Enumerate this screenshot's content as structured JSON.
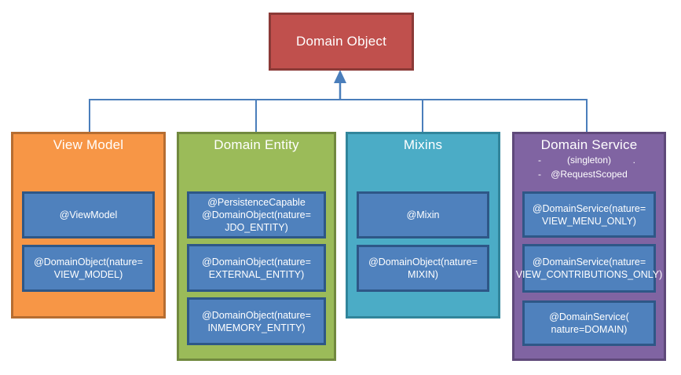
{
  "diagram": {
    "root": {
      "label": "Domain Object"
    },
    "groups": [
      {
        "title": "View Model",
        "items": [
          {
            "lines": [
              "@ViewModel"
            ]
          },
          {
            "lines": [
              "@DomainObject(nature=",
              "VIEW_MODEL)"
            ]
          }
        ]
      },
      {
        "title": "Domain Entity",
        "items": [
          {
            "lines": [
              "@PersistenceCapable",
              "@DomainObject(nature=",
              "JDO_ENTITY)"
            ]
          },
          {
            "lines": [
              "@DomainObject(nature=",
              "EXTERNAL_ENTITY)"
            ]
          },
          {
            "lines": [
              "@DomainObject(nature=",
              "INMEMORY_ENTITY)"
            ]
          }
        ]
      },
      {
        "title": "Mixins",
        "items": [
          {
            "lines": [
              "@Mixin"
            ]
          },
          {
            "lines": [
              "@DomainObject(nature=",
              "MIXIN)"
            ]
          }
        ]
      },
      {
        "title": "Domain Service",
        "notes": [
          {
            "bullet": "-",
            "text": "(singleton)",
            "suffix": "."
          },
          {
            "bullet": "-",
            "text": "@RequestScoped",
            "suffix": ""
          }
        ],
        "items": [
          {
            "lines": [
              "@DomainService(nature=",
              "VIEW_MENU_ONLY)"
            ]
          },
          {
            "lines": [
              "@DomainService(nature=",
              "VIEW_CONTRIBUTIONS_ONLY)"
            ]
          },
          {
            "lines": [
              "@DomainService(",
              "nature=DOMAIN)"
            ]
          }
        ]
      }
    ],
    "colors": {
      "root_fill": "#C0504D",
      "root_border": "#8B3A37",
      "view_model_fill": "#F79646",
      "view_model_border": "#B66D31",
      "domain_entity_fill": "#9BBB59",
      "domain_entity_border": "#71893F",
      "mixins_fill": "#4BACC6",
      "mixins_border": "#31859B",
      "domain_service_fill": "#8064A2",
      "domain_service_border": "#5F497A",
      "annotation_fill": "#4F81BD",
      "annotation_border": "#2E5787",
      "connector": "#4A7EBB",
      "text": "#FFFFFF"
    }
  }
}
